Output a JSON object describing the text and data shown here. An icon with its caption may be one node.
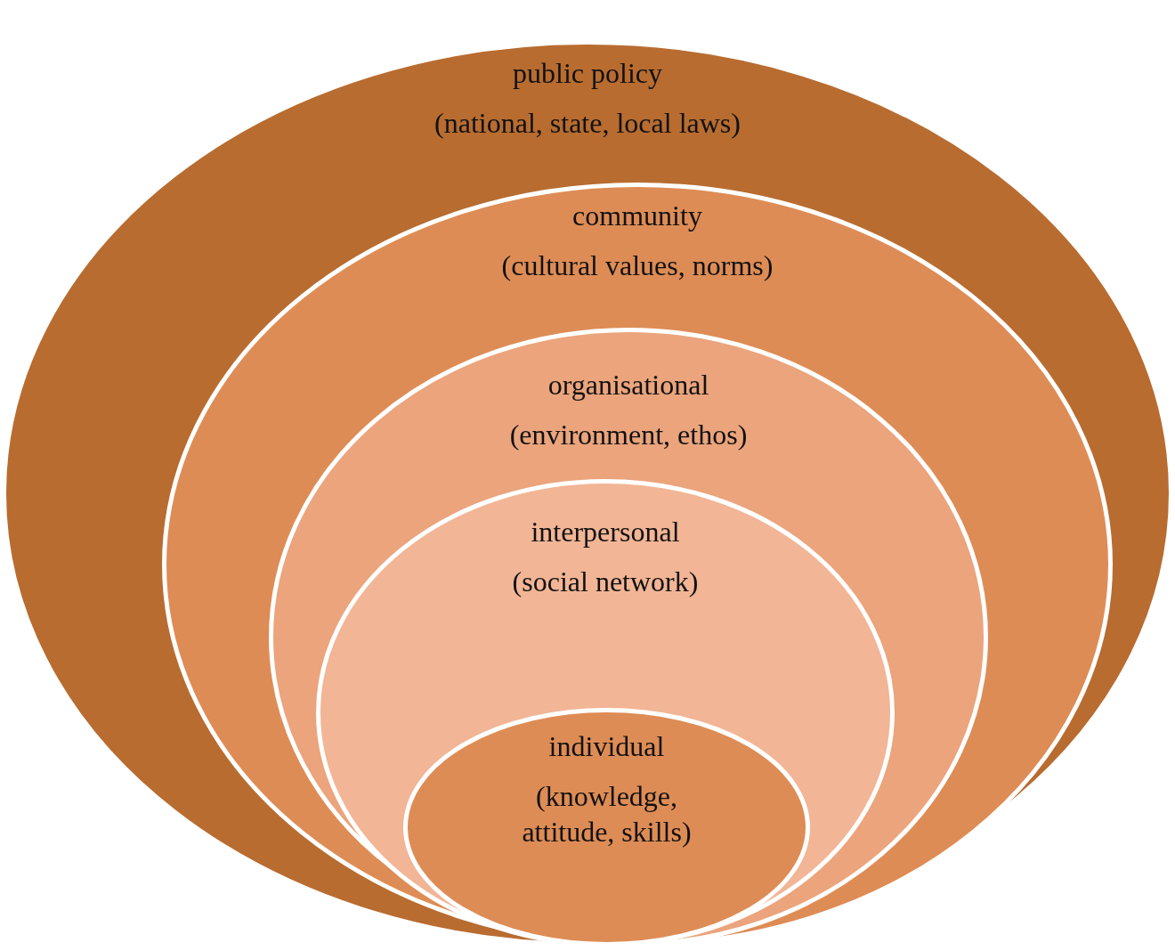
{
  "diagram": {
    "nodes": [
      {
        "text": [
          "public policy",
          "(national, state, local laws)"
        ]
      },
      {
        "text": [
          "community",
          "(cultural values, norms)"
        ],
        "in": 0
      },
      {
        "text": [
          "organisational",
          "(environment, ethos)"
        ],
        "in": 1
      },
      {
        "text": [
          "interpersonal",
          "(social network)"
        ],
        "in": 2
      },
      {
        "text": [
          "individual",
          "(knowledge, attitude, skills)"
        ],
        "in": 3
      }
    ]
  }
}
